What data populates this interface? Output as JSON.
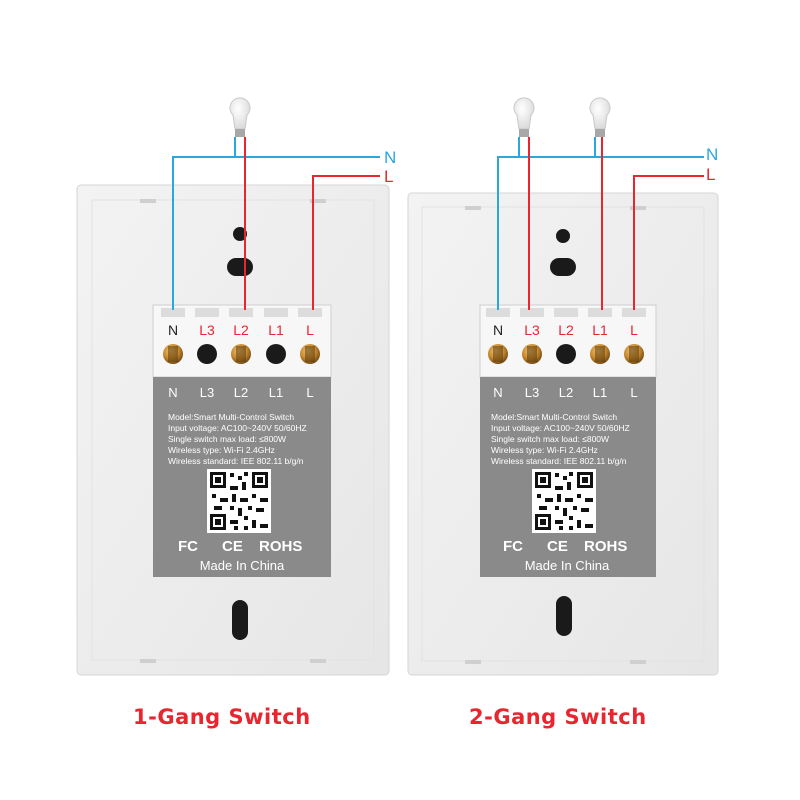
{
  "wire_labels": {
    "neutral": "N",
    "live": "L"
  },
  "colors": {
    "neutral_wire": "#2aa7dc",
    "live_wire": "#e8262f",
    "label_panel": "#8a8a8a",
    "caption": "#e8262f"
  },
  "panels": [
    {
      "caption": "1-Gang Switch",
      "bulbs": 1,
      "top_labels": [
        "N",
        "L3",
        "L2",
        "L1",
        "L"
      ],
      "top_label_colors": [
        "#222222",
        "#e8262f",
        "#e8262f",
        "#e8262f",
        "#e8262f"
      ],
      "bottom_labels": [
        "N",
        "L3",
        "L2",
        "L1",
        "L"
      ],
      "terminals": [
        "screw",
        "hole",
        "screw",
        "hole",
        "screw"
      ],
      "specs": [
        "Model:Smart Multi-Control Switch",
        "Input voltage: AC100~240V 50/60HZ",
        "Single switch max load: ≤800W",
        "Wireless type: Wi-Fi 2.4GHz",
        "Wireless standard: IEE 802.11 b/g/n"
      ],
      "certifications": [
        "FC",
        "CE",
        "ROHS"
      ],
      "origin": "Made In China"
    },
    {
      "caption": "2-Gang Switch",
      "bulbs": 2,
      "top_labels": [
        "N",
        "L3",
        "L2",
        "L1",
        "L"
      ],
      "top_label_colors": [
        "#222222",
        "#e8262f",
        "#e8262f",
        "#e8262f",
        "#e8262f"
      ],
      "bottom_labels": [
        "N",
        "L3",
        "L2",
        "L1",
        "L"
      ],
      "terminals": [
        "screw",
        "screw",
        "hole",
        "screw",
        "screw"
      ],
      "specs": [
        "Model:Smart Multi-Control Switch",
        "Input voltage: AC100~240V 50/60HZ",
        "Single switch max load: ≤800W",
        "Wireless type: Wi-Fi 2.4GHz",
        "Wireless standard: IEE 802.11 b/g/n"
      ],
      "certifications": [
        "FC",
        "CE",
        "ROHS"
      ],
      "origin": "Made In China"
    }
  ]
}
